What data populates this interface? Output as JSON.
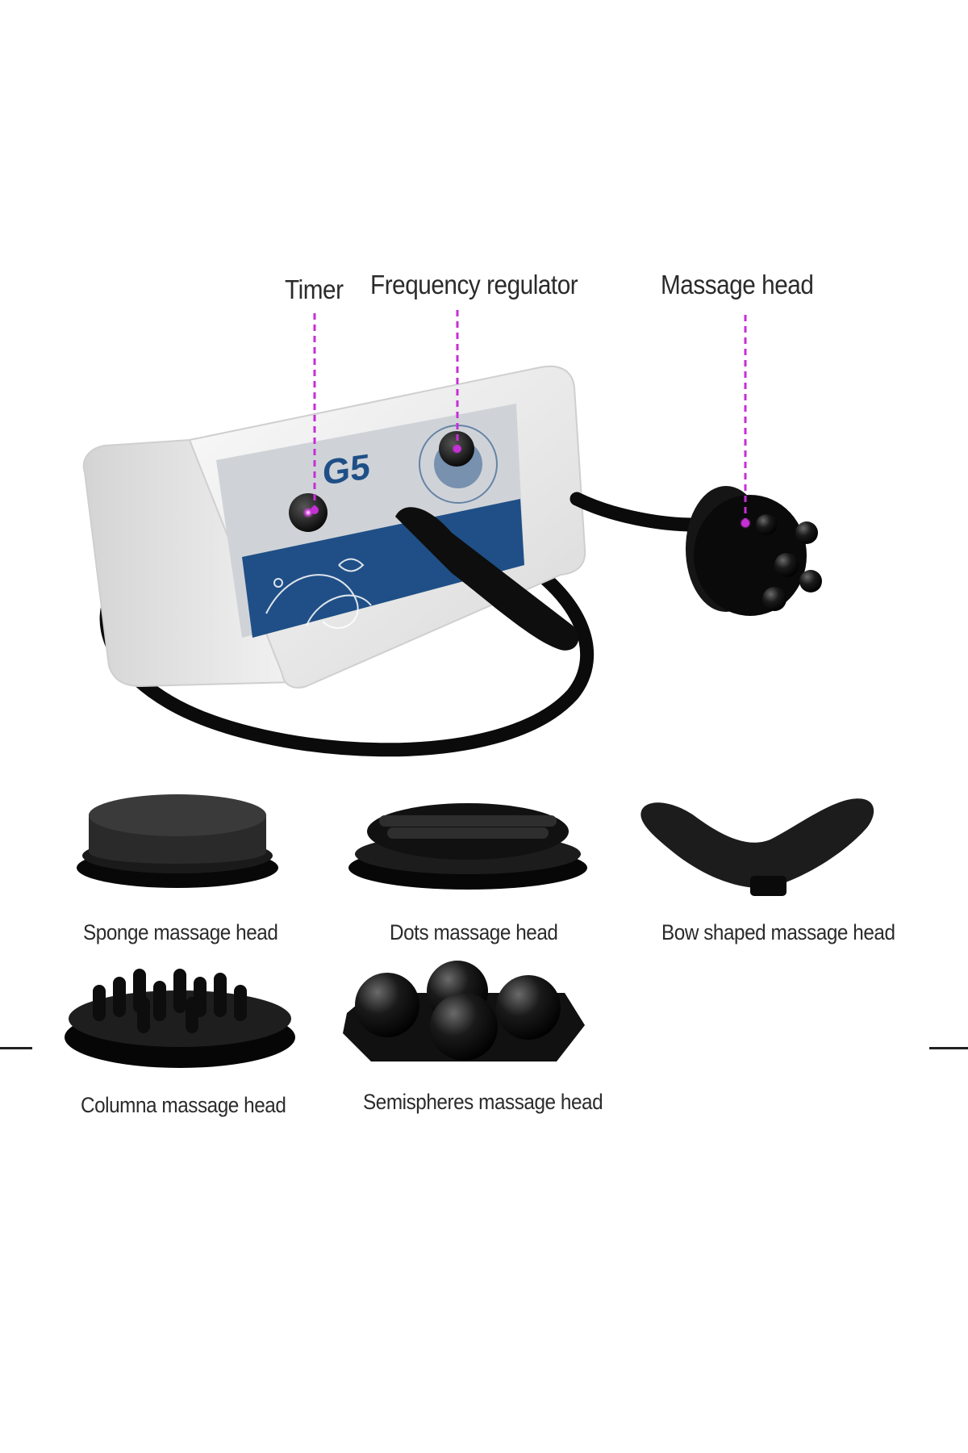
{
  "device": {
    "model": "G5",
    "colors": {
      "accent": "#c62fd6",
      "panel_blue": "#1f4f86",
      "body": "#eeeeee",
      "rubber": "#111111"
    }
  },
  "callouts": {
    "timer": "Timer",
    "frequency": "Frequency regulator",
    "massage_head": "Massage head"
  },
  "heads": {
    "sponge": "Sponge massage head",
    "dots": "Dots massage head",
    "bow": "Bow shaped massage head",
    "columna": "Columna massage head",
    "semispheres": "Semispheres massage head"
  }
}
